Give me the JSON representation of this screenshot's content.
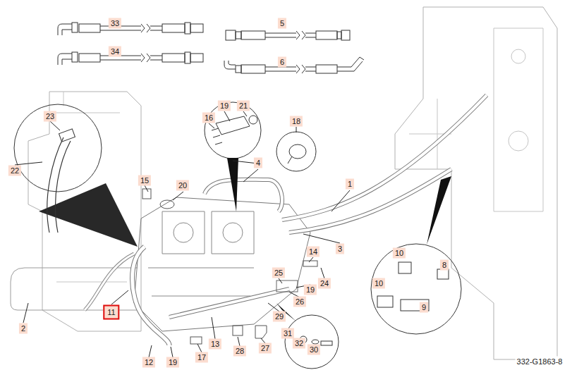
{
  "diagram": {
    "labels": [
      "33",
      "5",
      "34",
      "6",
      "19",
      "21",
      "16",
      "18",
      "23",
      "22",
      "4",
      "15",
      "20",
      "1",
      "3",
      "10",
      "8",
      "14",
      "25",
      "24",
      "19",
      "10",
      "9",
      "26",
      "29",
      "11",
      "2",
      "31",
      "28",
      "27",
      "32",
      "30",
      "13",
      "12",
      "19",
      "17",
      "332-G1863-8"
    ]
  }
}
